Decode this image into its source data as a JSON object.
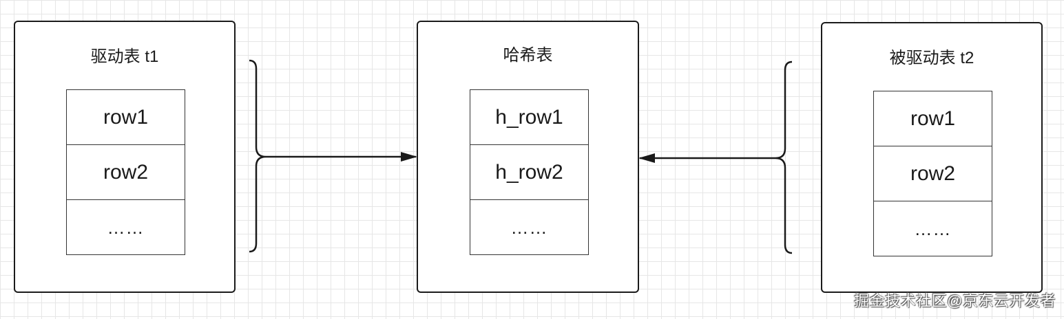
{
  "tables": [
    {
      "title": "驱动表 t1",
      "rows": [
        "row1",
        "row2",
        "……"
      ]
    },
    {
      "title": "哈希表",
      "rows": [
        "h_row1",
        "h_row2",
        "……"
      ]
    },
    {
      "title": "被驱动表 t2",
      "rows": [
        "row1",
        "row2",
        "……"
      ]
    }
  ],
  "watermark": "掘金技术社区@京东云开发者",
  "colors": {
    "stroke": "#1a1a1a",
    "grid": "#e6e6e6"
  }
}
